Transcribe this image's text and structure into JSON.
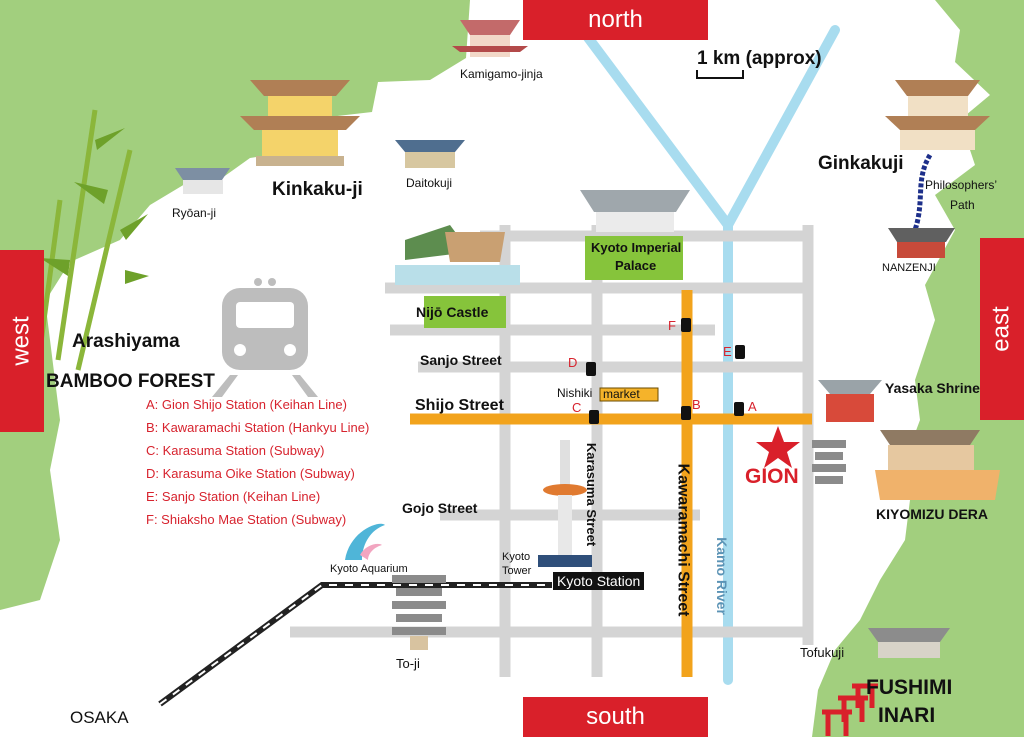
{
  "compass": {
    "north": "north",
    "south": "south",
    "west": "west",
    "east": "east"
  },
  "scale": {
    "label": "1 km (approx)"
  },
  "places": {
    "kamigamo": "Kamigamo-jinja",
    "kinkakuji": "Kinkaku-ji",
    "daitokuji": "Daitokuji",
    "ryoanji": "Ryōan-ji",
    "ginkakuji": "Ginkakuji",
    "philosophers_path_1": "Philosophers’",
    "philosophers_path_2": "Path",
    "nanzenji": "NANZENJI",
    "imperial_palace_1": "Kyoto Imperial",
    "imperial_palace_2": "Palace",
    "nijo": "Nijō Castle",
    "arashiyama": "Arashiyama",
    "bamboo": "BAMBOO FOREST",
    "yasaka": "Yasaka Shrine",
    "gion": "GION",
    "kiyomizu": "KIYOMIZU DERA",
    "aquarium": "Kyoto Aquarium",
    "tower_1": "Kyoto",
    "tower_2": "Tower",
    "station": "Kyoto Station",
    "toji": "To-ji",
    "tofukuji": "Tofukuji",
    "fushimi_1": "FUSHIMI",
    "fushimi_2": "INARI",
    "osaka": "OSAKA",
    "nishiki": "Nishiki",
    "market": "market"
  },
  "streets": {
    "sanjo": "Sanjo Street",
    "shijo": "Shijo Street",
    "gojo": "Gojo Street",
    "karasuma": "Karasuma Street",
    "kawaramachi": "Kawaramachi Street",
    "kamo": "Kamo River"
  },
  "legend": [
    "A: Gion Shijo Station (Keihan Line)",
    "B: Kawaramachi Station (Hankyu Line)",
    "C: Karasuma Station (Subway)",
    "D: Karasuma Oike Station (Subway)",
    "E: Sanjo Station (Keihan Line)",
    "F: Shiaksho Mae Station (Subway)"
  ],
  "station_letters": {
    "a": "A",
    "b": "B",
    "c": "C",
    "d": "D",
    "e": "E",
    "f": "F"
  },
  "colors": {
    "land": "#a2cf7e",
    "river": "#a8dcef",
    "street": "#d4d4d4",
    "main_street": "#f2a31c",
    "accent": "#d9202a"
  }
}
